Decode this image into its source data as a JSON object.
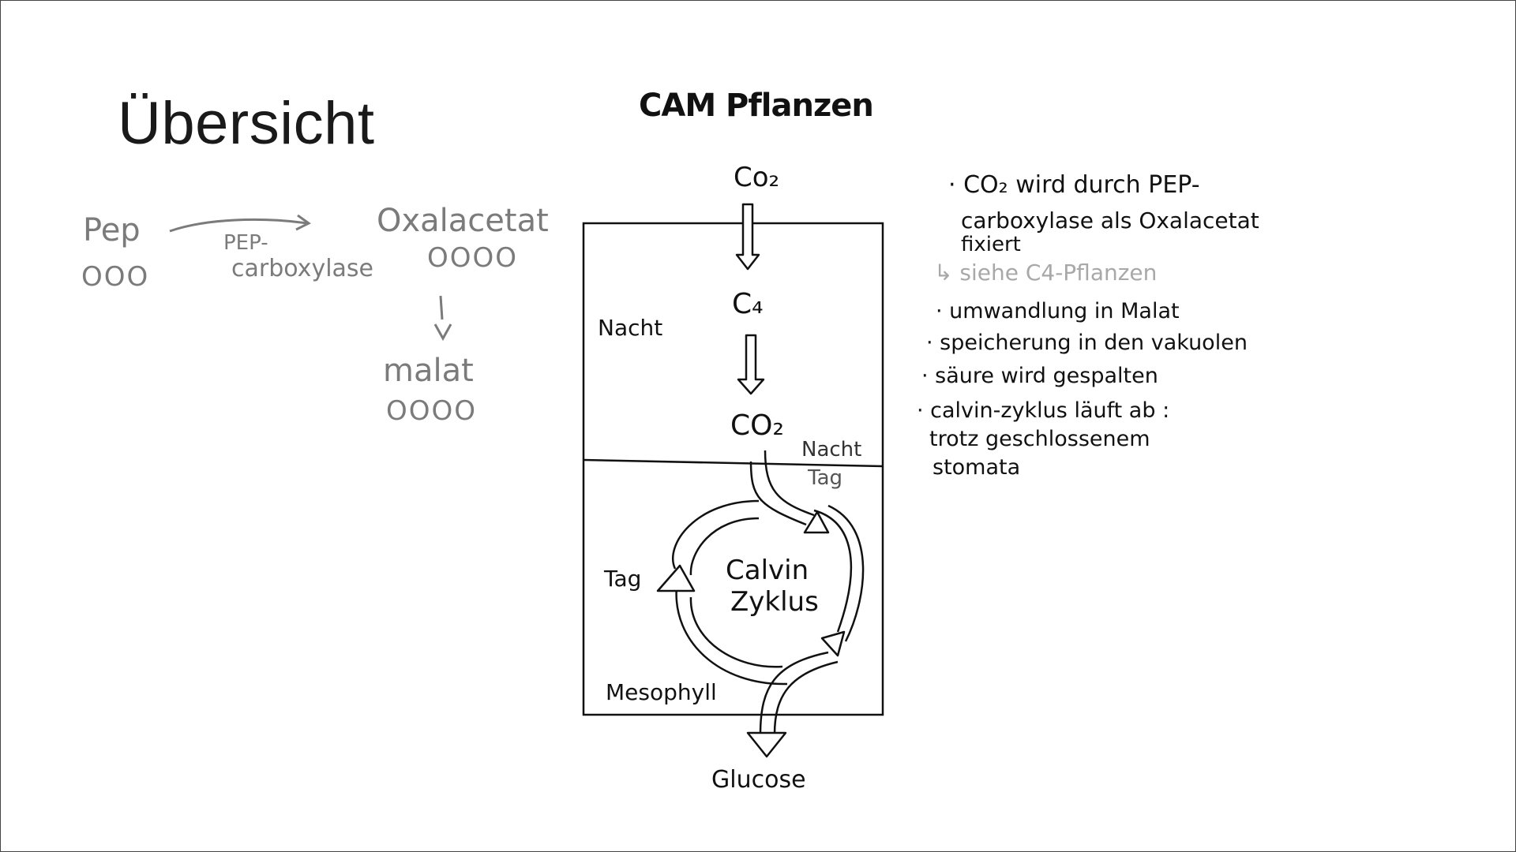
{
  "slide": {
    "title": "Übersicht"
  },
  "left_scheme": {
    "pep_label": "Pep",
    "pep_circles": "OOO",
    "enzyme_line1": "PEP-",
    "enzyme_line2": "carboxylase",
    "oxalacetat_label": "Oxalacetat",
    "oxalacetat_circles": "OOOO",
    "malat_label": "malat",
    "malat_circles": "OOOO"
  },
  "cam_diagram": {
    "heading": "CAM Pflanzen",
    "co2_top": "Co₂",
    "c4": "C₄",
    "co2_mid": "CO₂",
    "night_label": "Nacht",
    "boundary_night": "Nacht",
    "boundary_day": "Tag",
    "day_label": "Tag",
    "cycle_line1": "Calvin",
    "cycle_line2": "Zyklus",
    "mesophyll": "Mesophyll",
    "glucose": "Glucose"
  },
  "notes": {
    "note1_line1": "· CO₂ wird durch PEP-",
    "note1_line2": "carboxylase als Oxalacetat",
    "note1_line3": "fixiert",
    "see_also": "↳ siehe C4-Pflanzen",
    "items": [
      "· umwandlung in Malat",
      "· speicherung in den vakuolen",
      "· säure wird gespalten",
      "· calvin-zyklus läuft ab :",
      "trotz geschlossenem",
      "stomata"
    ]
  },
  "colors": {
    "ink_dark": "#111111",
    "ink_gray": "#7b7b7b",
    "ink_light": "#a8a8a8"
  }
}
